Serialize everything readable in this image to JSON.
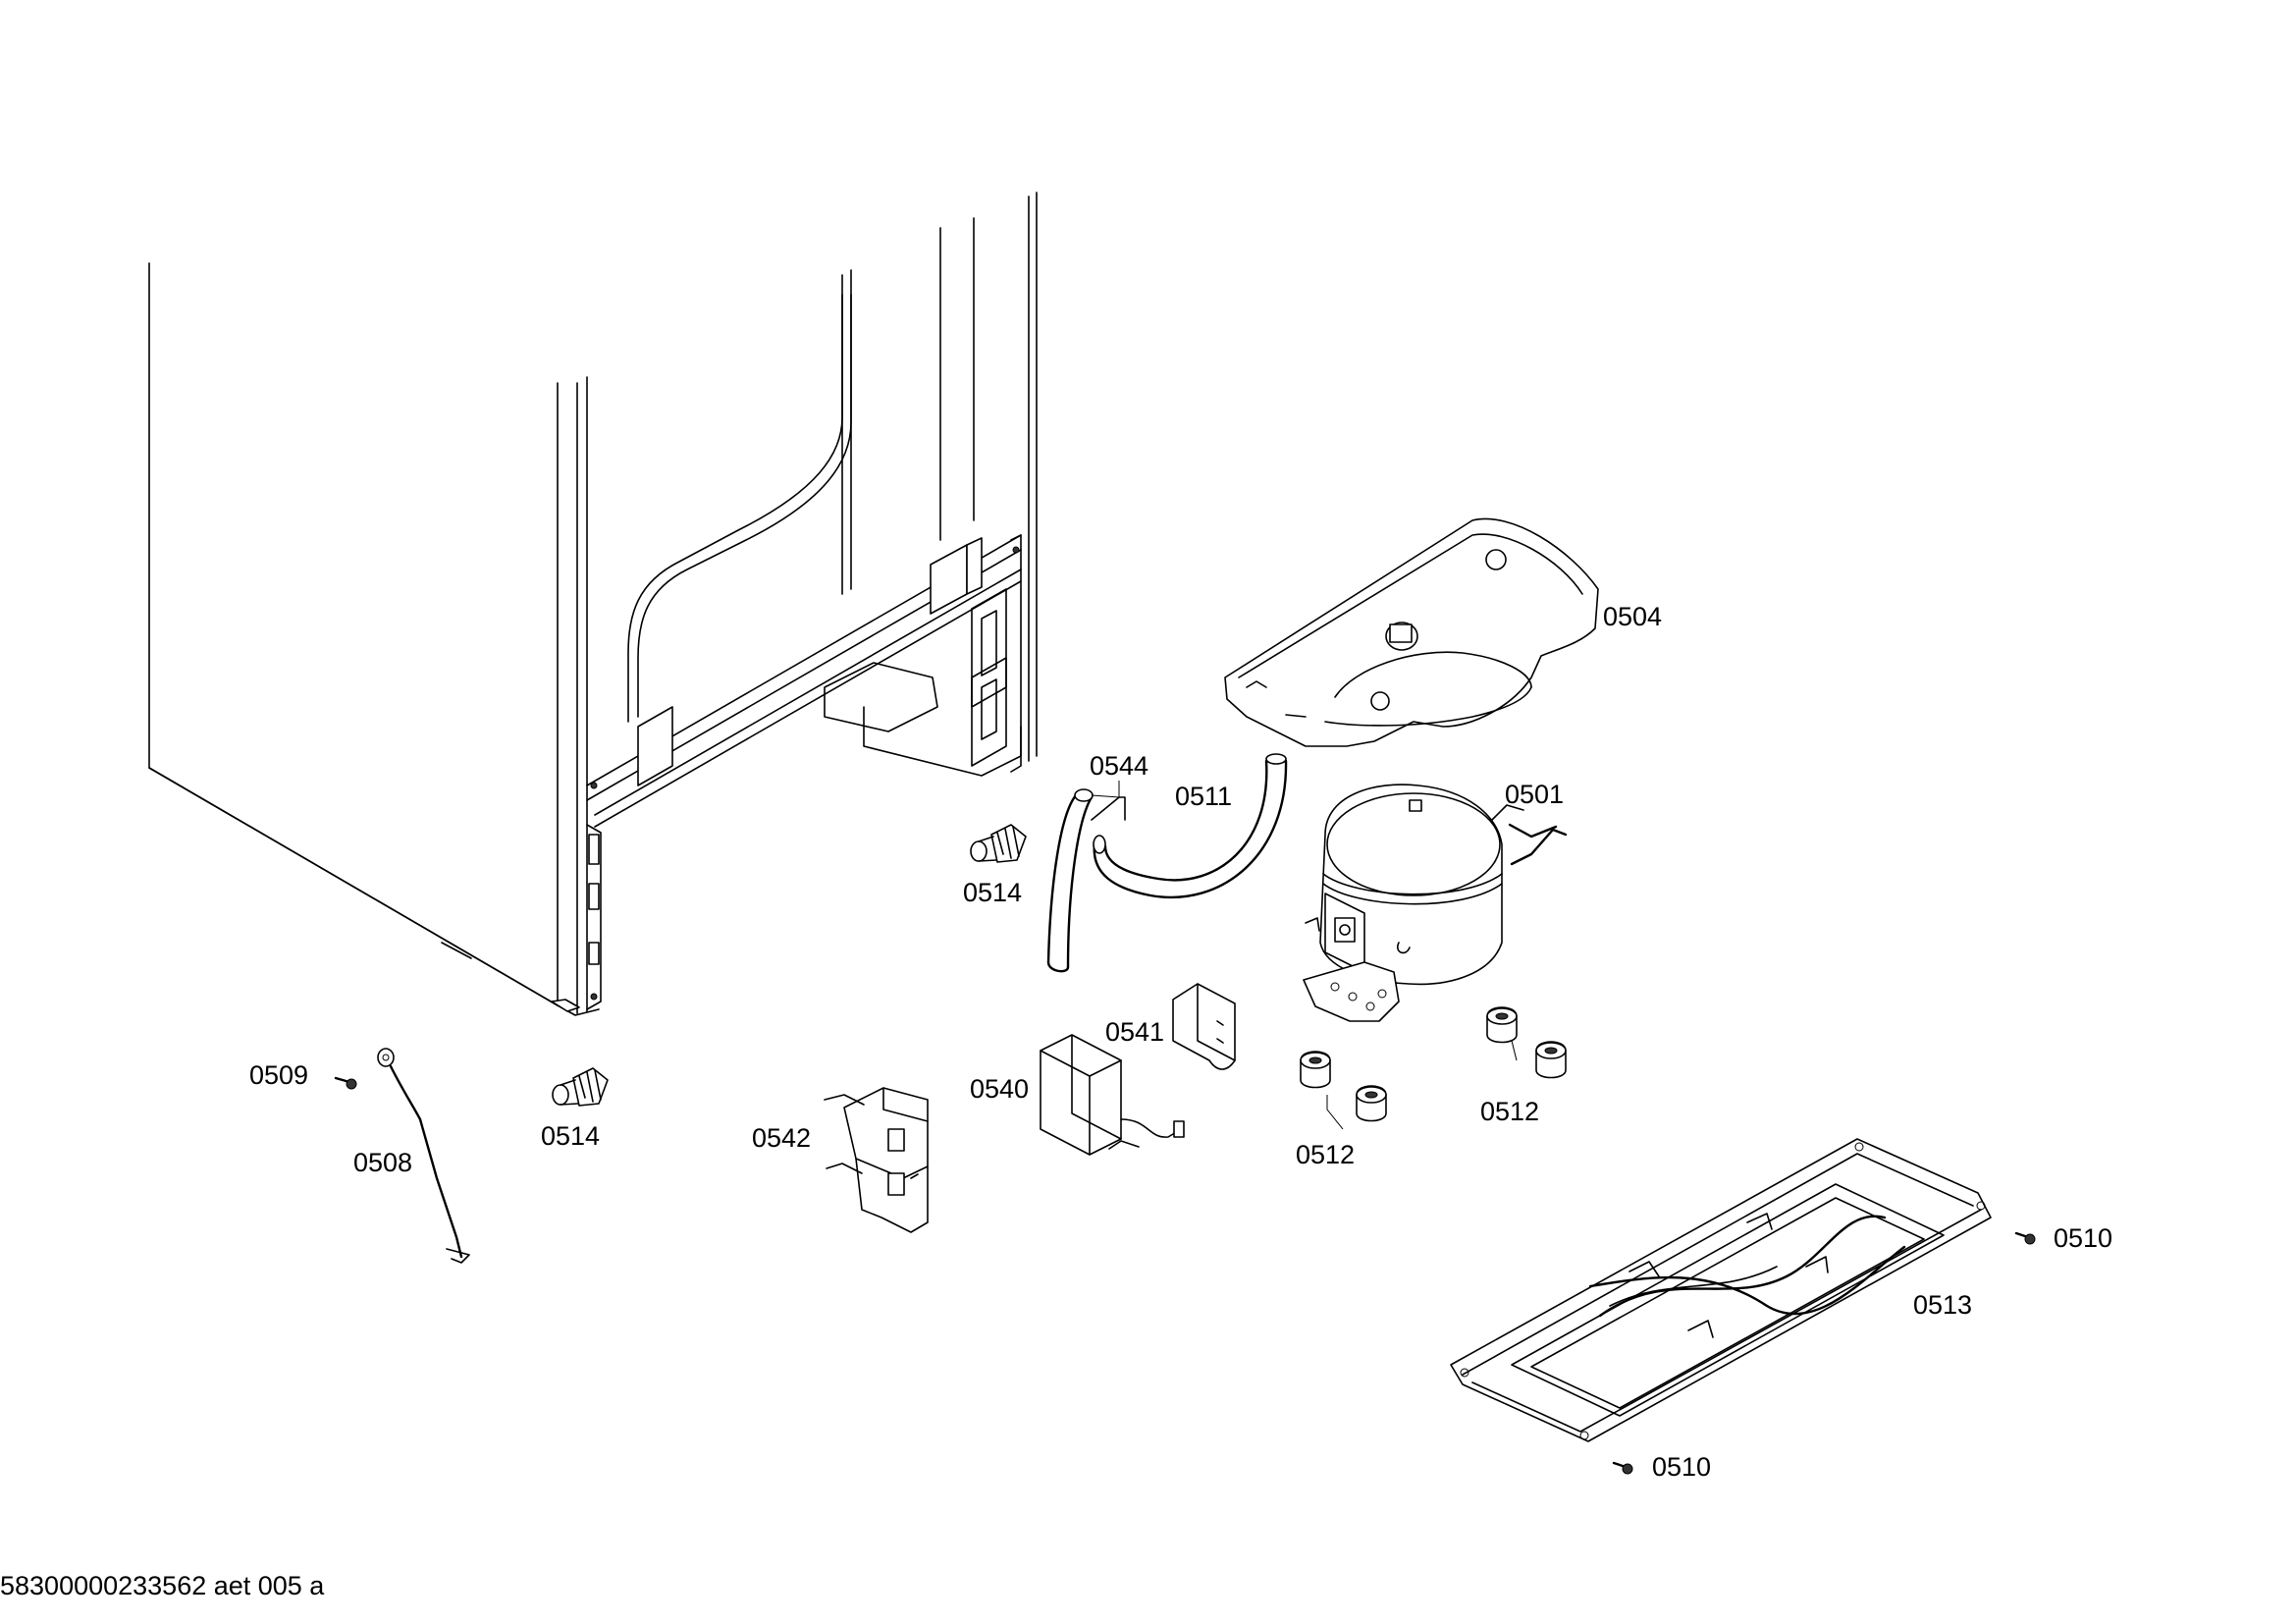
{
  "diagram": {
    "parts": {
      "p0504": "0504",
      "p0544": "0544",
      "p0511": "0511",
      "p0501": "0501",
      "p0514_top": "0514",
      "p0541": "0541",
      "p0540": "0540",
      "p0509": "0509",
      "p0508": "0508",
      "p0514_bottom": "0514",
      "p0542": "0542",
      "p0512_left": "0512",
      "p0512_right": "0512",
      "p0510_top": "0510",
      "p0513": "0513",
      "p0510_bottom": "0510"
    }
  },
  "footer": {
    "document_code": "58300000233562 aet 005 a"
  }
}
